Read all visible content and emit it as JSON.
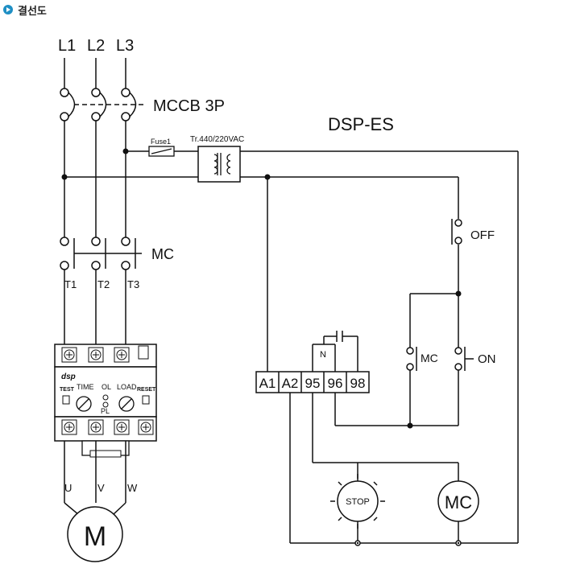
{
  "header": {
    "title": "결선도"
  },
  "lines": {
    "l1": "L1",
    "l2": "L2",
    "l3": "L3"
  },
  "mccb_label": "MCCB 3P",
  "fuse_label": "Fuse1",
  "transformer_label": "Tr.440/220VAC",
  "product_label": "DSP-ES",
  "mc_label": "MC",
  "terminals_out": {
    "t1": "T1",
    "t2": "T2",
    "t3": "T3"
  },
  "relay": {
    "brand": "dsp",
    "test": "TEST",
    "time": "TIME",
    "ol": "OL",
    "load": "LOAD",
    "reset": "RESET",
    "pl": "PL"
  },
  "motor_terminals": {
    "u": "U",
    "v": "V",
    "w": "W"
  },
  "motor_label": "M",
  "terminal_block": [
    "A1",
    "A2",
    "95",
    "96",
    "98"
  ],
  "aux_n_label": "N",
  "off_label": "OFF",
  "on_label": "ON",
  "mc_aux_label": "MC",
  "stop_lamp_label": "STOP",
  "mc_coil_label": "MC"
}
